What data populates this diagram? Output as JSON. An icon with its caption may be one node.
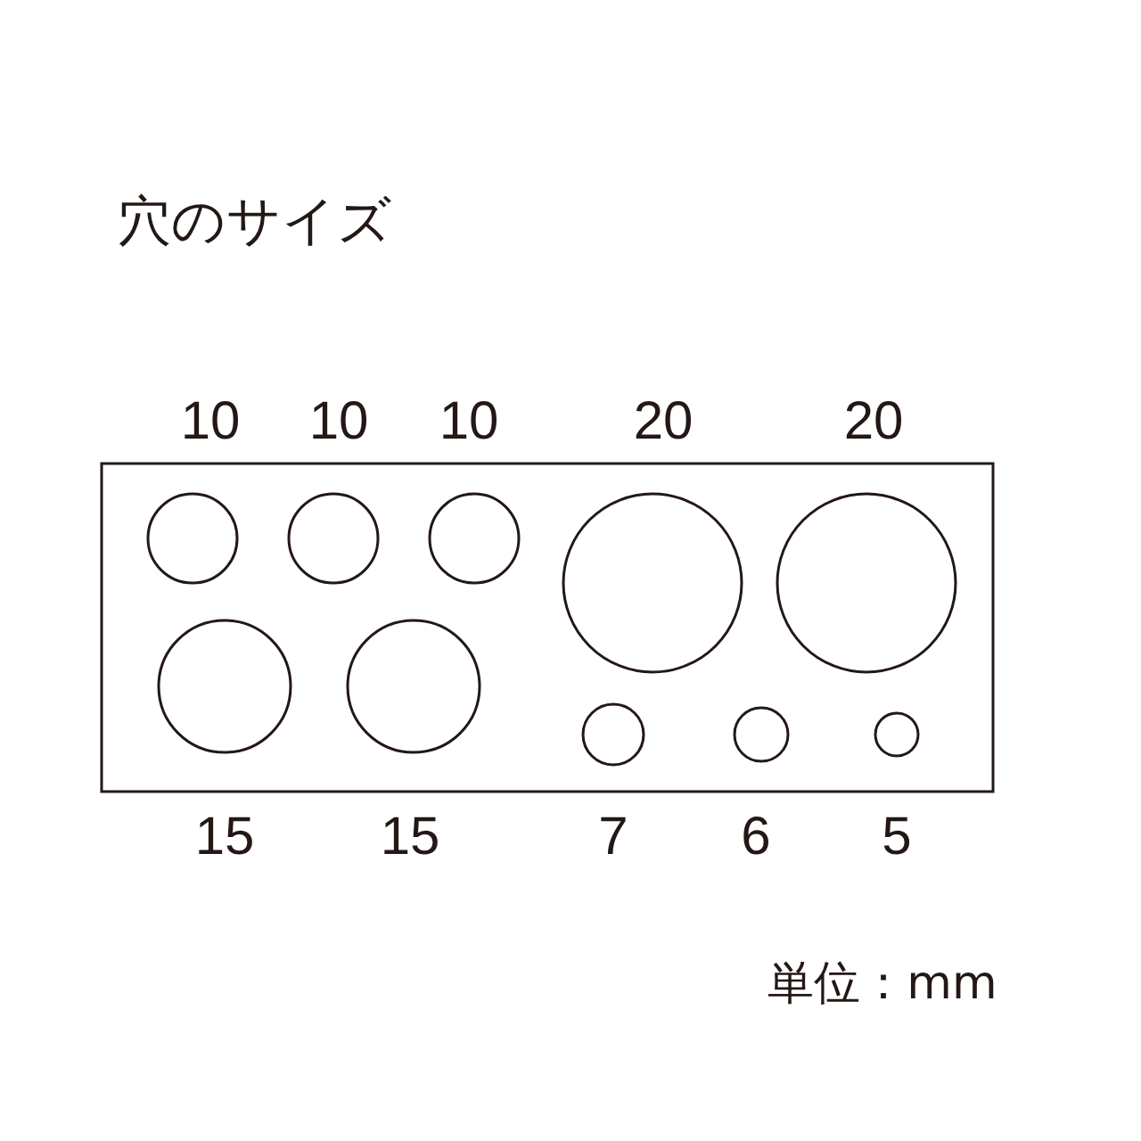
{
  "diagram": {
    "title": "穴のサイズ",
    "labels": [
      "10",
      "10",
      "10",
      "20",
      "20",
      "15",
      "15",
      "7",
      "6",
      "5",
      "単位：mm"
    ]
  }
}
